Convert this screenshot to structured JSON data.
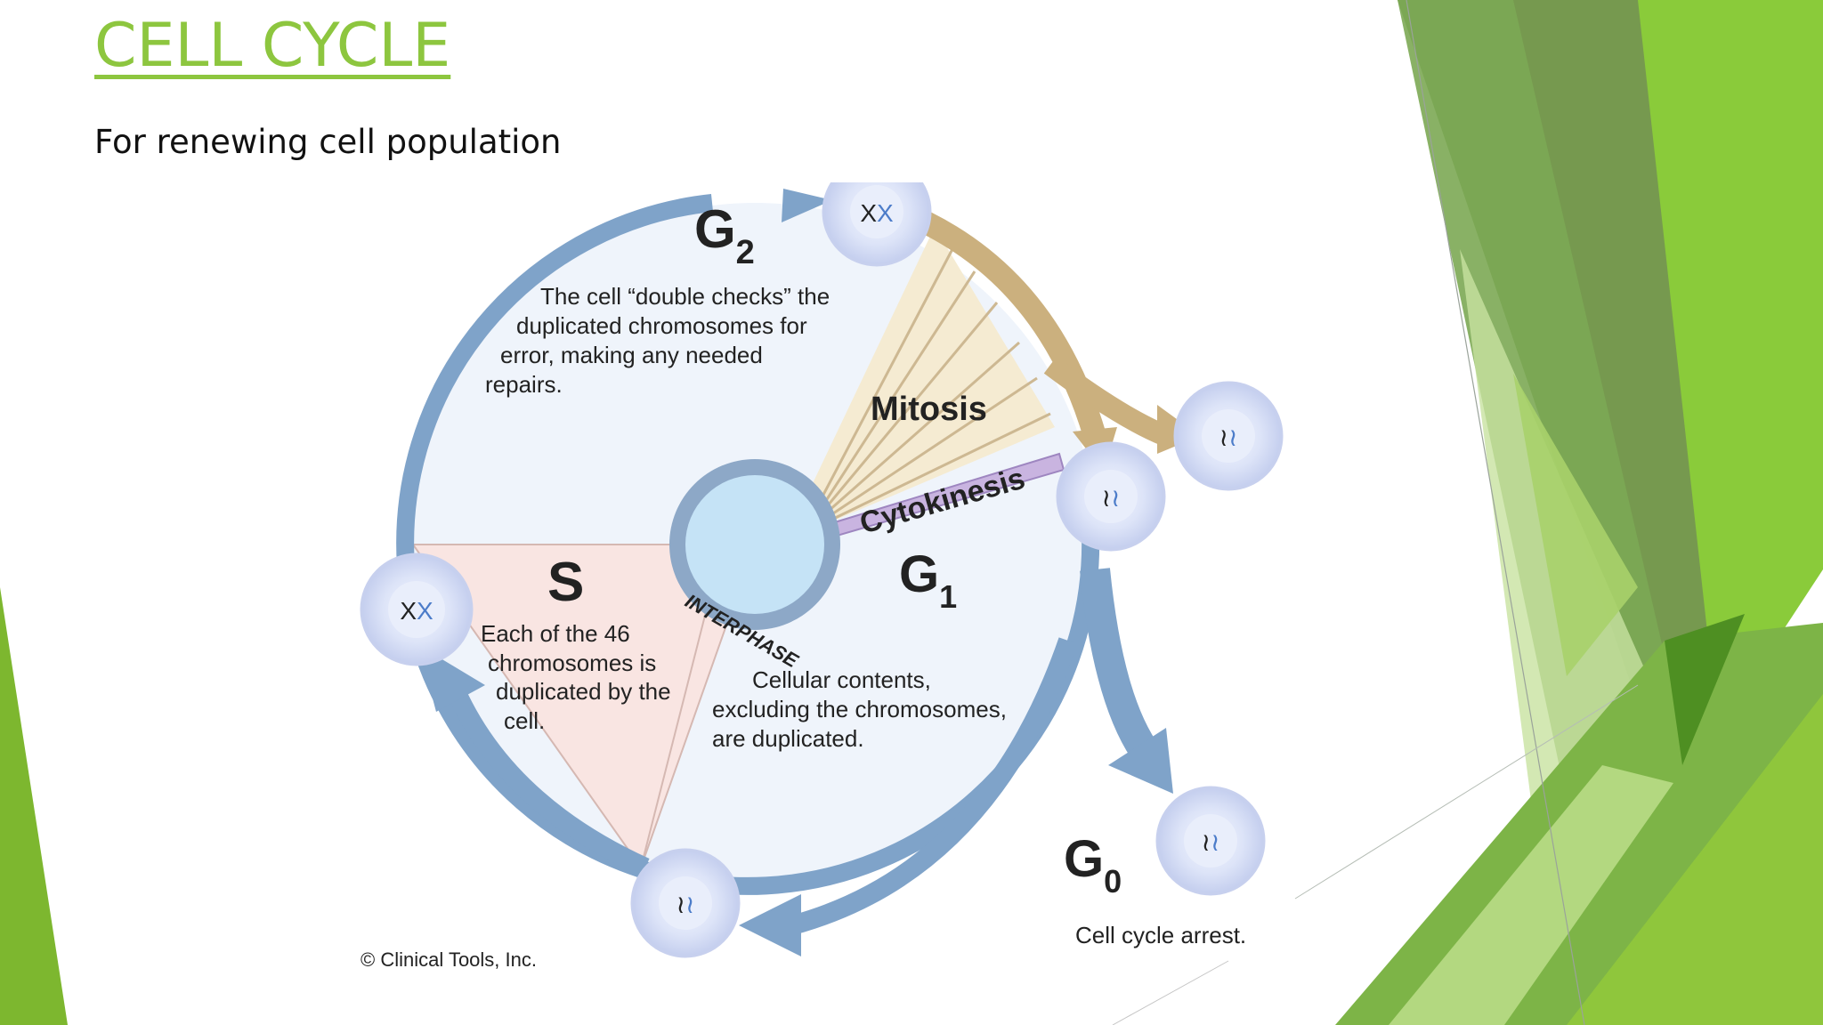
{
  "slide": {
    "title": "CELL CYCLE",
    "subtitle": "For renewing cell population"
  },
  "diagram": {
    "phases": {
      "g2": {
        "letter": "G",
        "sub": "2",
        "description": [
          "The cell “double checks” the",
          "duplicated chromosomes for",
          "error, making any needed",
          "repairs."
        ]
      },
      "s": {
        "letter": "S",
        "description": [
          "Each of the 46",
          "chromosomes is",
          "duplicated by the",
          "cell."
        ]
      },
      "g1": {
        "letter": "G",
        "sub": "1",
        "description": [
          "Cellular contents,",
          "excluding the chromosomes,",
          "are duplicated."
        ]
      },
      "g0": {
        "letter": "G",
        "sub": "0",
        "description": [
          "Cell cycle arrest."
        ]
      },
      "mitosis": "Mitosis",
      "cytokinesis": "Cytokinesis",
      "interphase": "INTERPHASE"
    },
    "copyright": "© Clinical Tools, Inc."
  },
  "colors": {
    "title_green": "#8DC63F",
    "cycle_blue": "#7FA3C9",
    "mitosis_tan": "#C9AE7C",
    "s_pink": "#F8E3E0",
    "cell_fill": "#DCE3F7"
  }
}
